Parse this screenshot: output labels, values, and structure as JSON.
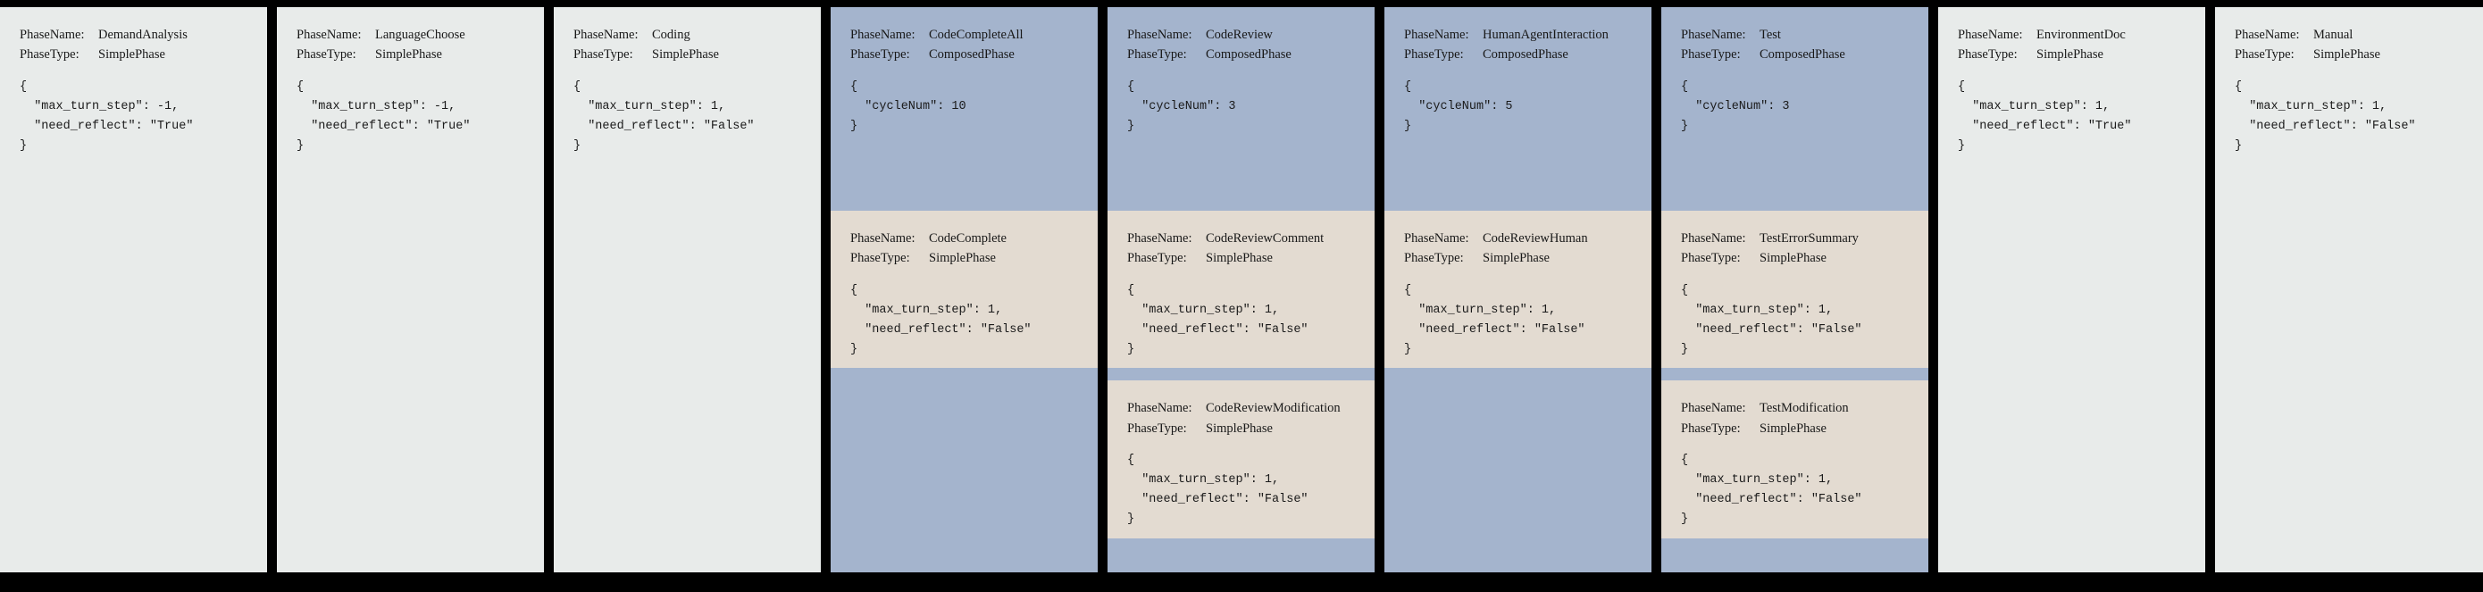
{
  "colors": {
    "background": "#000000",
    "simple_phase_bg": "#e8ebea",
    "composed_phase_bg": "#a4b4cd",
    "sub_phase_bg": "#e3dbd1",
    "text": "#181818"
  },
  "labels": {
    "phase_name_key": "PhaseName:",
    "phase_type_key": "PhaseType:"
  },
  "cards": [
    {
      "id": "demand-analysis",
      "kind": "simple",
      "phase_name": "DemandAnalysis",
      "phase_type": "SimplePhase",
      "config": "{\n  \"max_turn_step\": -1,\n  \"need_reflect\": \"True\"\n}",
      "sub_phases": []
    },
    {
      "id": "language-choose",
      "kind": "simple",
      "phase_name": "LanguageChoose",
      "phase_type": "SimplePhase",
      "config": "{\n  \"max_turn_step\": -1,\n  \"need_reflect\": \"True\"\n}",
      "sub_phases": []
    },
    {
      "id": "coding",
      "kind": "simple",
      "phase_name": "Coding",
      "phase_type": "SimplePhase",
      "config": "{\n  \"max_turn_step\": 1,\n  \"need_reflect\": \"False\"\n}",
      "sub_phases": []
    },
    {
      "id": "code-complete-all",
      "kind": "composed",
      "phase_name": "CodeCompleteAll",
      "phase_type": "ComposedPhase",
      "config": "{\n  \"cycleNum\": 10\n}",
      "sub_phases": [
        {
          "id": "code-complete",
          "phase_name": "CodeComplete",
          "phase_type": "SimplePhase",
          "config": "{\n  \"max_turn_step\": 1,\n  \"need_reflect\": \"False\"\n}"
        }
      ]
    },
    {
      "id": "code-review",
      "kind": "composed",
      "phase_name": "CodeReview",
      "phase_type": "ComposedPhase",
      "config": "{\n  \"cycleNum\": 3\n}",
      "sub_phases": [
        {
          "id": "code-review-comment",
          "phase_name": "CodeReviewComment",
          "phase_type": "SimplePhase",
          "config": "{\n  \"max_turn_step\": 1,\n  \"need_reflect\": \"False\"\n}"
        },
        {
          "id": "code-review-modification",
          "phase_name": "CodeReviewModification",
          "phase_type": "SimplePhase",
          "config": "{\n  \"max_turn_step\": 1,\n  \"need_reflect\": \"False\"\n}"
        }
      ]
    },
    {
      "id": "human-agent-interaction",
      "kind": "composed",
      "phase_name": "HumanAgentInteraction",
      "phase_type": "ComposedPhase",
      "config": "{\n  \"cycleNum\": 5\n}",
      "sub_phases": [
        {
          "id": "code-review-human",
          "phase_name": "CodeReviewHuman",
          "phase_type": "SimplePhase",
          "config": "{\n  \"max_turn_step\": 1,\n  \"need_reflect\": \"False\"\n}"
        }
      ]
    },
    {
      "id": "test",
      "kind": "composed",
      "phase_name": "Test",
      "phase_type": "ComposedPhase",
      "config": "{\n  \"cycleNum\": 3\n}",
      "sub_phases": [
        {
          "id": "test-error-summary",
          "phase_name": "TestErrorSummary",
          "phase_type": "SimplePhase",
          "config": "{\n  \"max_turn_step\": 1,\n  \"need_reflect\": \"False\"\n}"
        },
        {
          "id": "test-modification",
          "phase_name": "TestModification",
          "phase_type": "SimplePhase",
          "config": "{\n  \"max_turn_step\": 1,\n  \"need_reflect\": \"False\"\n}"
        }
      ]
    },
    {
      "id": "environment-doc",
      "kind": "simple",
      "phase_name": "EnvironmentDoc",
      "phase_type": "SimplePhase",
      "config": "{\n  \"max_turn_step\": 1,\n  \"need_reflect\": \"True\"\n}",
      "sub_phases": []
    },
    {
      "id": "manual",
      "kind": "simple",
      "phase_name": "Manual",
      "phase_type": "SimplePhase",
      "config": "{\n  \"max_turn_step\": 1,\n  \"need_reflect\": \"False\"\n}",
      "sub_phases": []
    }
  ]
}
